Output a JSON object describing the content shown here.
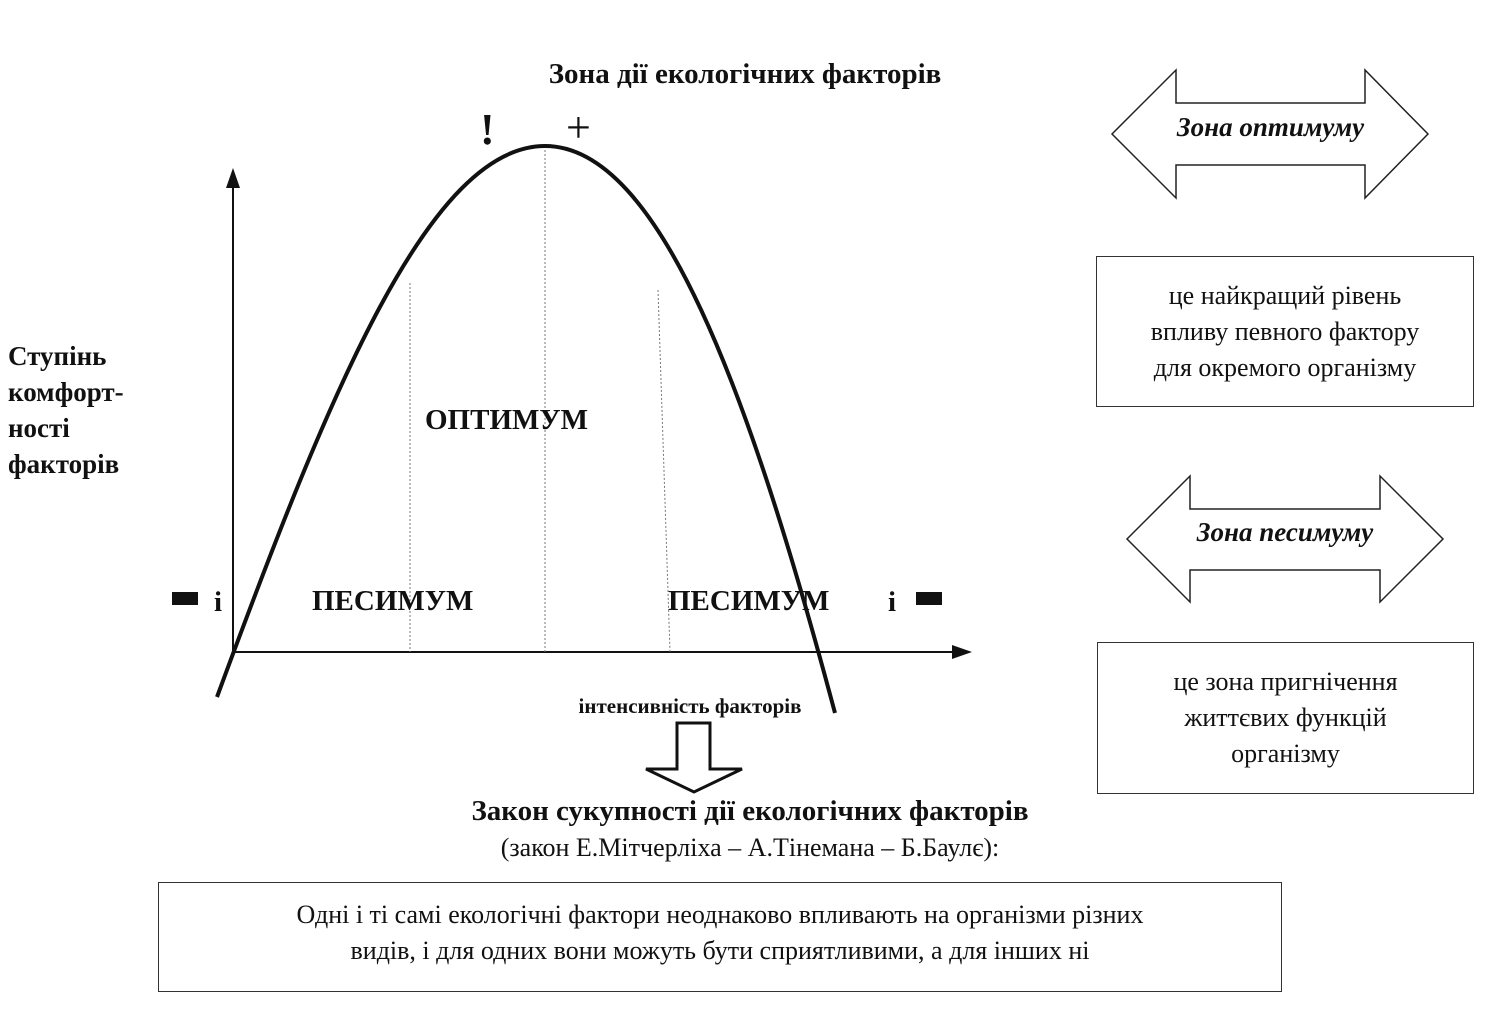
{
  "title": "Зона дії екологічних факторів",
  "y_axis_label": [
    "Ступінь",
    "комфорт-",
    "ності",
    "факторів"
  ],
  "x_axis_label": "інтенсивність факторів",
  "zones": {
    "optimum": "ОПТИМУМ",
    "pessimum_left": "ПЕСИМУМ",
    "pessimum_right": "ПЕСИМУМ"
  },
  "marks": {
    "exclamation": "!",
    "plus": "+"
  },
  "axis_ends": {
    "left": "і",
    "right": "і"
  },
  "optimum_arrow": "Зона оптимуму",
  "optimum_definition": [
    "це найкращий рівень",
    "впливу певного фактору",
    "для окремого організму"
  ],
  "pessimum_arrow": "Зона песимуму",
  "pessimum_definition": [
    "це зона пригнічення",
    "життєвих функцій",
    "організму"
  ],
  "law": {
    "title": "Закон сукупності дії екологічних факторів",
    "subtitle": "(закон Е.Мітчерліха – А.Тінемана – Б.Баулє):",
    "text": [
      "Одні і ті самі екологічні фактори неоднаково впливають на організми різних",
      "видів, і для одних вони можуть бути сприятливими, а для інших ні"
    ]
  }
}
